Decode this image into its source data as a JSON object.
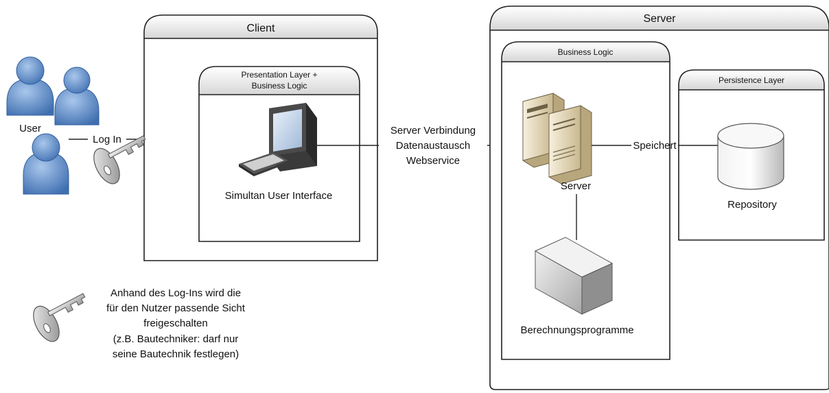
{
  "client": {
    "title": "Client",
    "inner_title_line1": "Presentation Layer +",
    "inner_title_line2": "Business Logic",
    "computer_label": "Simultan User Interface"
  },
  "users": {
    "label": "User",
    "login_label": "Log In"
  },
  "connection": {
    "line1": "Server Verbindung",
    "line2": "Datenaustausch",
    "line3": "Webservice"
  },
  "server": {
    "title": "Server",
    "business_logic_title": "Business Logic",
    "server_label": "Server",
    "calc_label": "Berechnungsprogramme",
    "persistence_title": "Persistence Layer",
    "store_label": "Speichert",
    "repository_label": "Repository"
  },
  "note": {
    "line1": "Anhand des Log-Ins wird die",
    "line2": "für den Nutzer passende Sicht",
    "line3": "freigeschalten",
    "line4": "(z.B. Bautechniker: darf nur",
    "line5": "seine Bautechnik festlegen)"
  },
  "colors": {
    "user_blue": "#5b8dc9",
    "server_beige": "#e8dcc0",
    "box_gray": "#d9d9d9",
    "header_gray": "#e6e6e6"
  },
  "icons": [
    "user-icon",
    "key-icon",
    "computer-icon",
    "keyboard-icon",
    "server-icon",
    "calc-box-icon",
    "database-icon"
  ]
}
